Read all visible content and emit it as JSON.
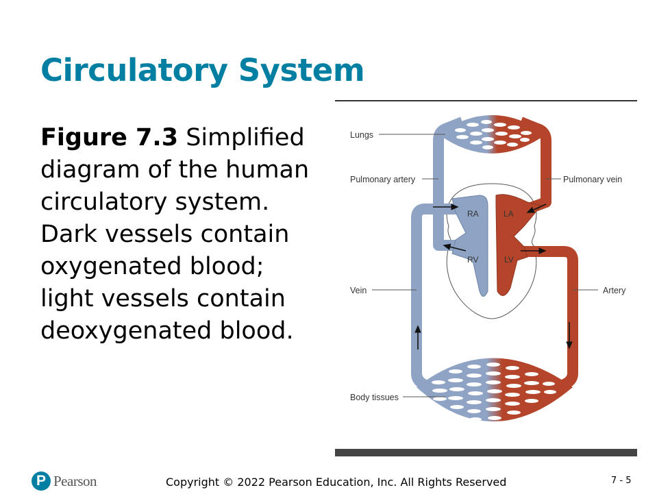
{
  "title": "Circulatory System",
  "caption": {
    "figure_label": "Figure 7.3",
    "text": " Simplified diagram of the human circulatory system. Dark vessels contain oxygenated blood; light vessels contain deoxygenated blood."
  },
  "diagram": {
    "labels": {
      "lungs": "Lungs",
      "pulmonary_artery": "Pulmonary artery",
      "pulmonary_vein": "Pulmonary vein",
      "vein": "Vein",
      "artery": "Artery",
      "body_tissues": "Body tissues"
    },
    "chambers": {
      "ra": "RA",
      "la": "LA",
      "rv": "RV",
      "lv": "LV"
    },
    "colors": {
      "deoxygenated": "#8fa3c4",
      "oxygenated": "#b5452a"
    }
  },
  "footer": {
    "logo_text": "Pearson",
    "copyright": "Copyright © 2022 Pearson Education, Inc. All Rights Reserved",
    "page": "7 - 5"
  }
}
